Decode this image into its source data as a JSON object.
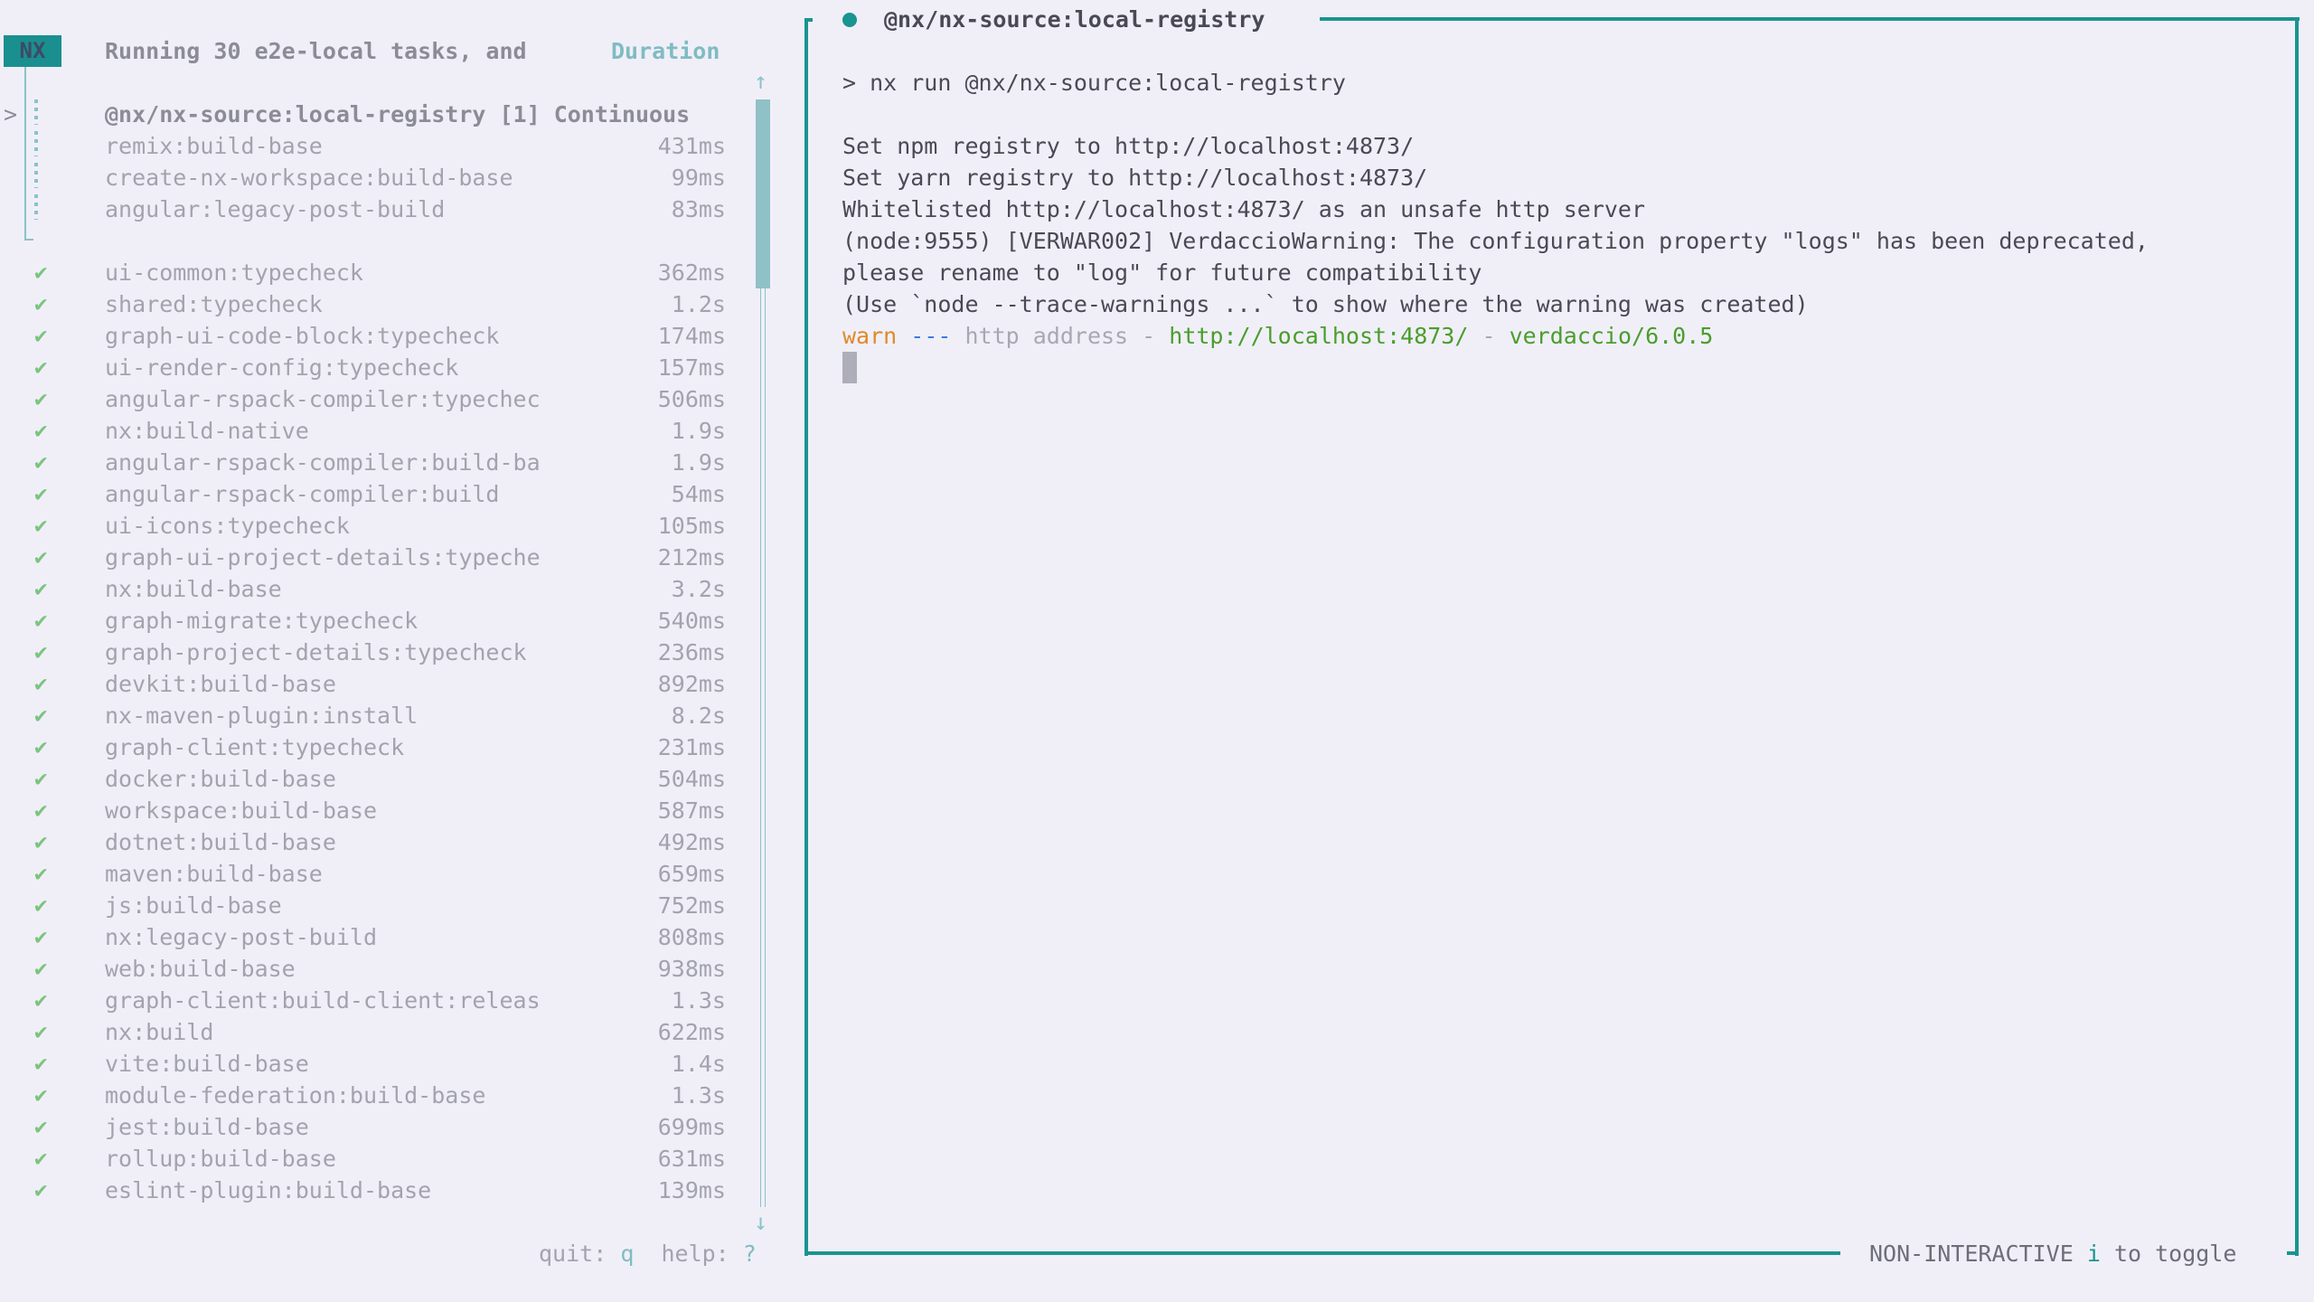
{
  "header": {
    "badge": "NX",
    "title": "Running 30 e2e-local tasks, and",
    "duration_label": "Duration"
  },
  "running_group": {
    "selected_indicator": ">",
    "items": [
      {
        "name": "@nx/nx-source:local-registry [1] Continuous",
        "duration": "",
        "status": "running"
      },
      {
        "name": "remix:build-base",
        "duration": "431ms",
        "status": "running"
      },
      {
        "name": "create-nx-workspace:build-base",
        "duration": "99ms",
        "status": "running"
      },
      {
        "name": "angular:legacy-post-build",
        "duration": "83ms",
        "status": "running"
      }
    ]
  },
  "completed_tasks": [
    {
      "status": "✔",
      "name": "ui-common:typecheck",
      "duration": "362ms"
    },
    {
      "status": "✔",
      "name": "shared:typecheck",
      "duration": "1.2s"
    },
    {
      "status": "✔",
      "name": "graph-ui-code-block:typecheck",
      "duration": "174ms"
    },
    {
      "status": "✔",
      "name": "ui-render-config:typecheck",
      "duration": "157ms"
    },
    {
      "status": "✔",
      "name": "angular-rspack-compiler:typechec",
      "duration": "506ms"
    },
    {
      "status": "✔",
      "name": "nx:build-native",
      "duration": "1.9s"
    },
    {
      "status": "✔",
      "name": "angular-rspack-compiler:build-ba",
      "duration": "1.9s"
    },
    {
      "status": "✔",
      "name": "angular-rspack-compiler:build",
      "duration": "54ms"
    },
    {
      "status": "✔",
      "name": "ui-icons:typecheck",
      "duration": "105ms"
    },
    {
      "status": "✔",
      "name": "graph-ui-project-details:typeche",
      "duration": "212ms"
    },
    {
      "status": "✔",
      "name": "nx:build-base",
      "duration": "3.2s"
    },
    {
      "status": "✔",
      "name": "graph-migrate:typecheck",
      "duration": "540ms"
    },
    {
      "status": "✔",
      "name": "graph-project-details:typecheck",
      "duration": "236ms"
    },
    {
      "status": "✔",
      "name": "devkit:build-base",
      "duration": "892ms"
    },
    {
      "status": "✔",
      "name": "nx-maven-plugin:install",
      "duration": "8.2s"
    },
    {
      "status": "✔",
      "name": "graph-client:typecheck",
      "duration": "231ms"
    },
    {
      "status": "✔",
      "name": "docker:build-base",
      "duration": "504ms"
    },
    {
      "status": "✔",
      "name": "workspace:build-base",
      "duration": "587ms"
    },
    {
      "status": "✔",
      "name": "dotnet:build-base",
      "duration": "492ms"
    },
    {
      "status": "✔",
      "name": "maven:build-base",
      "duration": "659ms"
    },
    {
      "status": "✔",
      "name": "js:build-base",
      "duration": "752ms"
    },
    {
      "status": "✔",
      "name": "nx:legacy-post-build",
      "duration": "808ms"
    },
    {
      "status": "✔",
      "name": "web:build-base",
      "duration": "938ms"
    },
    {
      "status": "✔",
      "name": "graph-client:build-client:releas",
      "duration": "1.3s"
    },
    {
      "status": "✔",
      "name": "nx:build",
      "duration": "622ms"
    },
    {
      "status": "✔",
      "name": "vite:build-base",
      "duration": "1.4s"
    },
    {
      "status": "✔",
      "name": "module-federation:build-base",
      "duration": "1.3s"
    },
    {
      "status": "✔",
      "name": "jest:build-base",
      "duration": "699ms"
    },
    {
      "status": "✔",
      "name": "rollup:build-base",
      "duration": "631ms"
    },
    {
      "status": "✔",
      "name": "eslint-plugin:build-base",
      "duration": "139ms"
    }
  ],
  "scrollbar": {
    "up_arrow": "↑",
    "down_arrow": "↓"
  },
  "footer": {
    "quit_label": "quit: ",
    "quit_key": "q",
    "help_label": "  help: ",
    "help_key": "?"
  },
  "output_panel": {
    "title": "@nx/nx-source:local-registry",
    "lines": [
      "> nx run @nx/nx-source:local-registry",
      "",
      "Set npm registry to http://localhost:4873/",
      "Set yarn registry to http://localhost:4873/",
      "Whitelisted http://localhost:4873/ as an unsafe http server",
      "(node:9555) [VERWAR002] VerdaccioWarning: The configuration property \"logs\" has been deprecated,",
      "please rename to \"log\" for future compatibility",
      "(Use `node --trace-warnings ...` to show where the warning was created)"
    ],
    "warn_line": {
      "level": "warn",
      "sep": " --- ",
      "message": "http address - ",
      "url": "http://localhost:4873/",
      "sep2": " - ",
      "version": "verdaccio/6.0.5"
    },
    "mode_label": "NON-INTERACTIVE ",
    "mode_key": "i",
    "mode_suffix": " to toggle"
  },
  "colors": {
    "background": "#f0eff8",
    "accent": "#1a9490",
    "success": "#7cc47f",
    "warn": "#e08a2a",
    "url": "#4a9e2a"
  }
}
